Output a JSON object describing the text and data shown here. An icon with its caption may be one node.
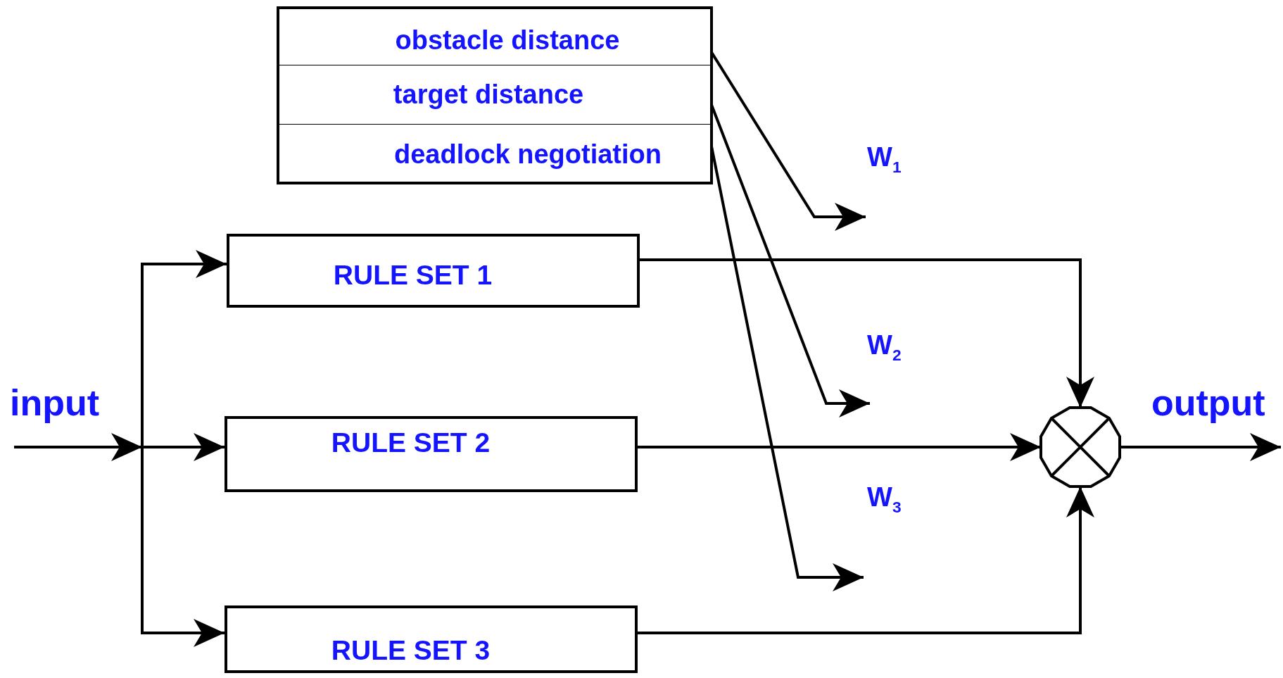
{
  "diagram": {
    "nodes": [
      {
        "text": [],
        "shape": "box"
      },
      {
        "text": [
          "obstacle distance"
        ],
        "in": 0
      },
      {
        "text": [
          "target distance"
        ],
        "in": 0
      },
      {
        "text": [
          "deadlock negotiation"
        ],
        "in": 0
      },
      {
        "text": [
          "RULE SET 1"
        ]
      },
      {
        "text": [
          "RULE SET 2"
        ]
      },
      {
        "text": [
          "RULE SET 3"
        ]
      },
      {
        "text": [],
        "shape": "circle"
      }
    ],
    "edges": [
      {
        "from": null,
        "to": 4,
        "arrow": "to"
      },
      {
        "from": null,
        "to": 5,
        "arrow": "to"
      },
      {
        "from": null,
        "to": 6,
        "arrow": "to"
      },
      {
        "from": 4,
        "to": 7,
        "arrow": "to"
      },
      {
        "from": 5,
        "to": 7,
        "arrow": "to"
      },
      {
        "from": 6,
        "to": 7,
        "arrow": "to"
      },
      {
        "from": 7,
        "to": null,
        "arrow": "to"
      },
      {
        "from": 1,
        "to": null,
        "arrow": "to"
      },
      {
        "from": 2,
        "to": null,
        "arrow": "to"
      },
      {
        "from": 3,
        "to": null,
        "arrow": "to"
      }
    ],
    "labels": [
      "W$_{1}$",
      "W$_{2}$",
      "input",
      "output",
      "W$_{3}$"
    ]
  }
}
